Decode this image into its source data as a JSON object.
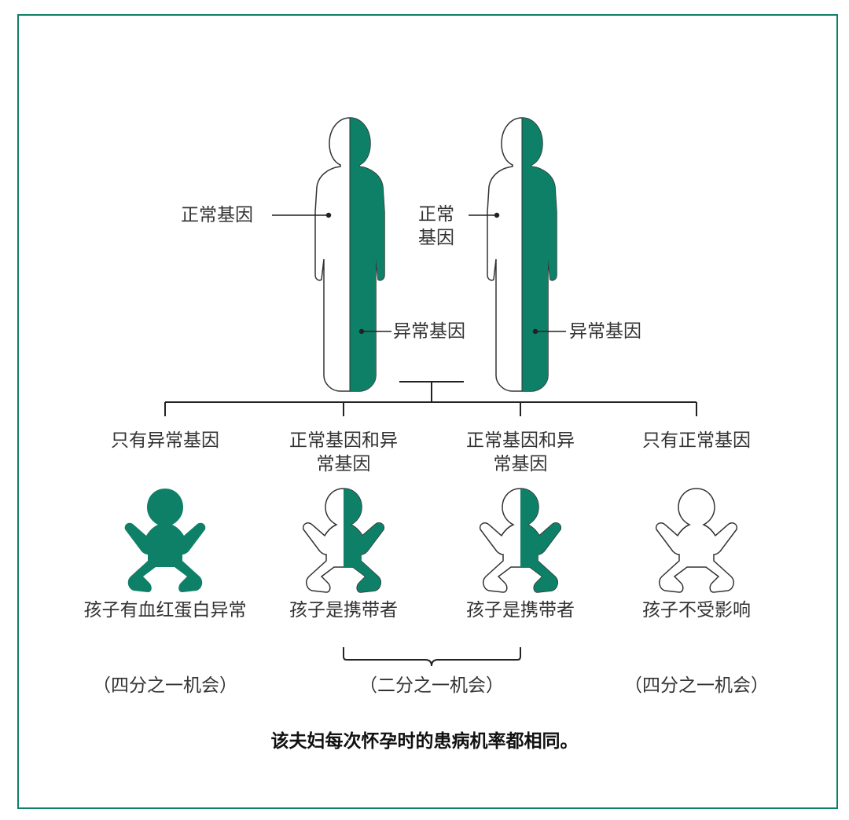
{
  "colors": {
    "accent": "#0e8067",
    "text": "#333333",
    "frame": "#0e8067"
  },
  "parents": {
    "left": {
      "normal_label": "正常基因",
      "abnormal_label": "异常基因"
    },
    "right": {
      "normal_label_line1": "正常",
      "normal_label_line2": "基因",
      "abnormal_label": "异常基因"
    }
  },
  "children": [
    {
      "genes": "只有异常基因",
      "outcome": "孩子有血红蛋白异常",
      "icon": "baby-affected-icon"
    },
    {
      "genes_line1": "正常基因和异",
      "genes_line2": "常基因",
      "outcome": "孩子是携带者",
      "icon": "baby-carrier-icon"
    },
    {
      "genes_line1": "正常基因和异",
      "genes_line2": "常基因",
      "outcome": "孩子是携带者",
      "icon": "baby-carrier-icon"
    },
    {
      "genes": "只有正常基因",
      "outcome": "孩子不受影响",
      "icon": "baby-unaffected-icon"
    }
  ],
  "odds": {
    "left": "（四分之一机会）",
    "middle": "（二分之一机会）",
    "right": "（四分之一机会）"
  },
  "caption": "该夫妇每次怀孕时的患病机率都相同。"
}
